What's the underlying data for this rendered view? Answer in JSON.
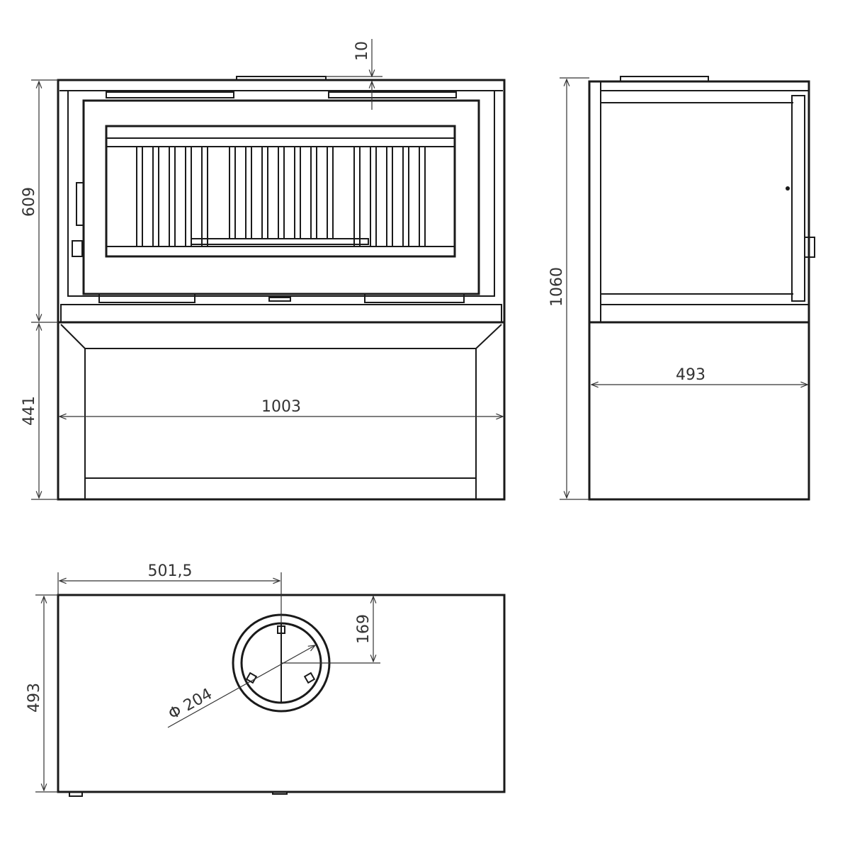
{
  "line_color": "#1a1a1a",
  "dimensions": {
    "front_top_gap": "10",
    "front_upper_height": "609",
    "front_base_height": "441",
    "front_width": "1003",
    "side_total_height": "1060",
    "side_depth": "493",
    "top_flue_offset_x": "501,5",
    "top_depth": "493",
    "top_flue_offset_y": "169",
    "flue_diameter": "Φ 204"
  }
}
